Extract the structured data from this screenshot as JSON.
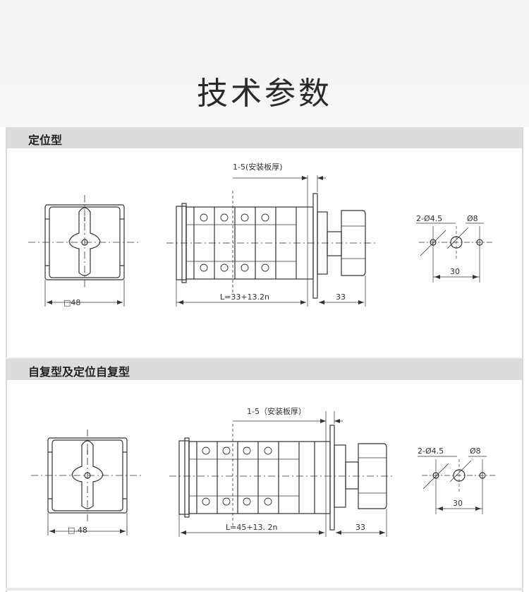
{
  "page_title": "技术参数",
  "sections": [
    {
      "header": "定位型",
      "panel_label": "□48",
      "mount_label": "1-5(安装板厚)",
      "length_label": "L=33+13.2n",
      "depth_label": "33",
      "holes_label": "2-Ø4.5",
      "center_hole_label": "Ø8",
      "spacing_label": "30"
    },
    {
      "header": "自复型及定位自复型",
      "panel_label": "□ 48",
      "mount_label": "1-5（安装板厚）",
      "length_label": "L=45+13. 2n",
      "depth_label": "33",
      "holes_label": "2-Ø4.5",
      "center_hole_label": "Ø8",
      "spacing_label": "30"
    }
  ]
}
